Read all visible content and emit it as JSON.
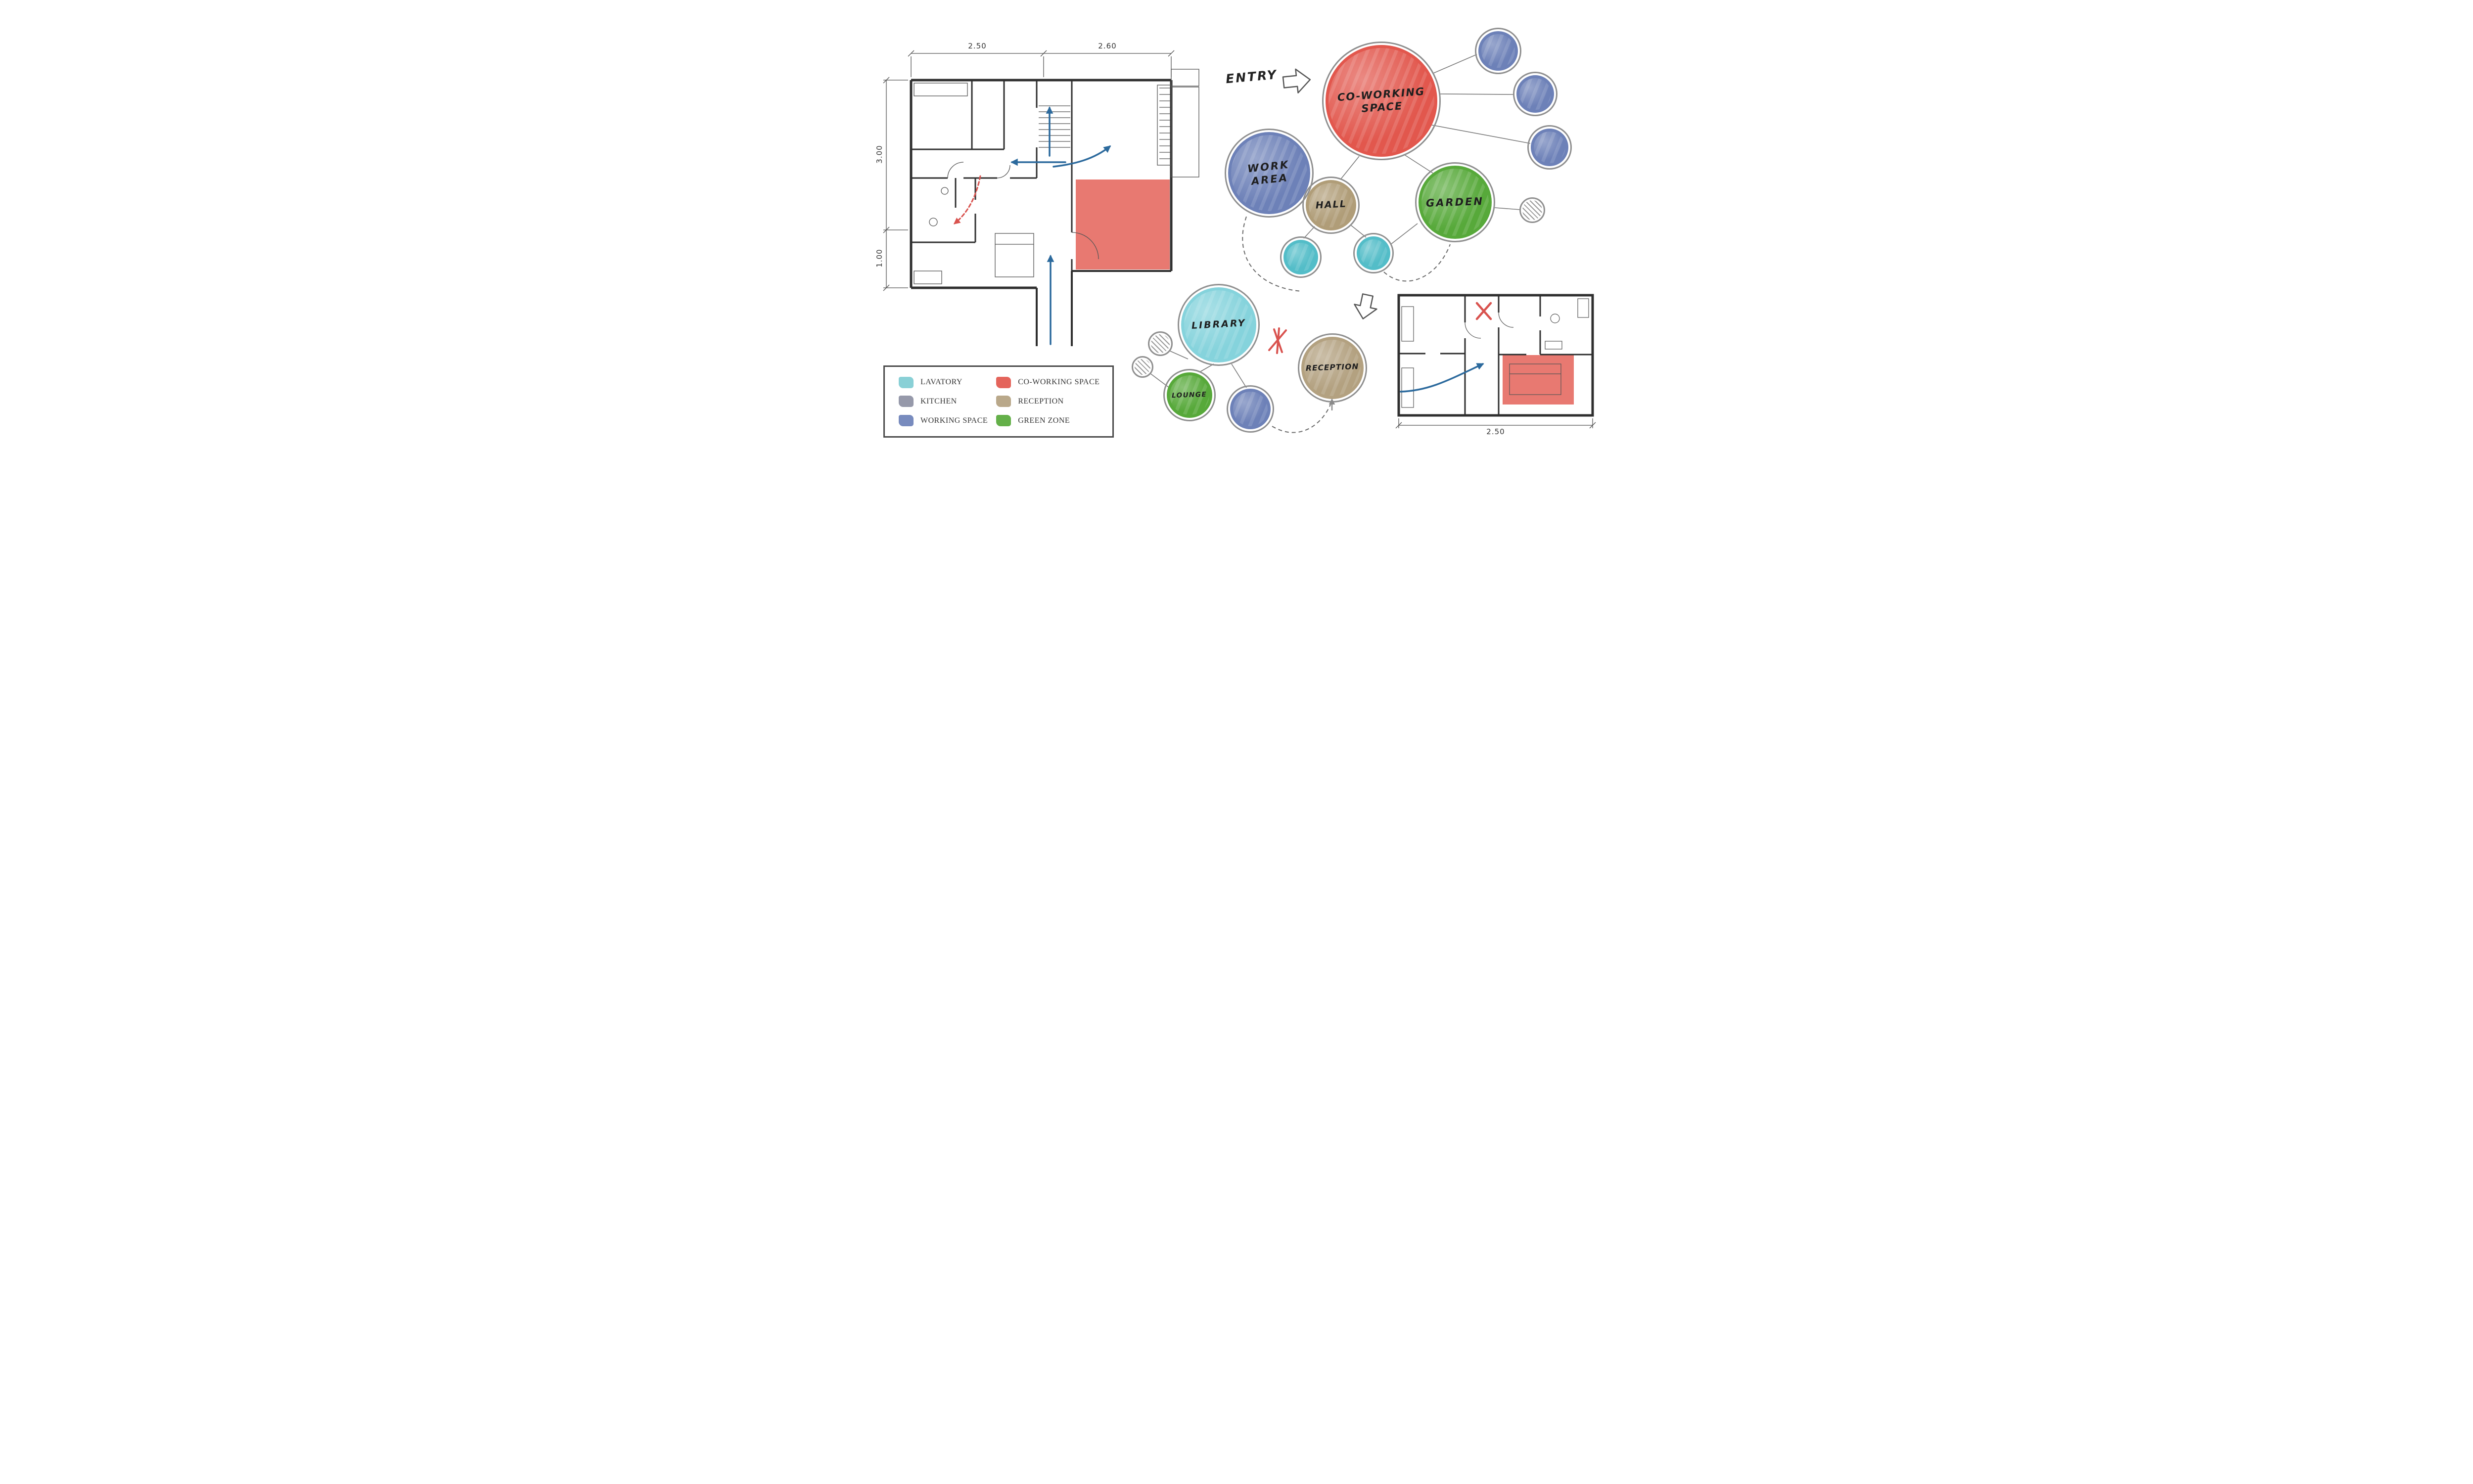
{
  "diagram": {
    "entry_label": "ENTRY",
    "bubbles": {
      "coworking": {
        "label": "CO-WORKING SPACE",
        "color": "#e2574d"
      },
      "work_area": {
        "label": "WORK AREA",
        "color": "#6d81b8"
      },
      "hall": {
        "label": "HALL",
        "color": "#b09d78"
      },
      "garden": {
        "label": "GARDEN",
        "color": "#57a93a"
      },
      "library": {
        "label": "LIBRARY",
        "color": "#85d3dc"
      },
      "lounge": {
        "label": "LOUNGE",
        "color": "#57a93a"
      },
      "reception": {
        "label": "RECEPTION",
        "color": "#b3a180"
      },
      "working_space_satellite": {
        "color": "#6d81b8"
      },
      "lavatory_satellite": {
        "color": "#53bdc8"
      }
    }
  },
  "dimensions": {
    "plan1_width_left": "2.50",
    "plan1_width_right": "2.60",
    "plan1_height_upper": "3.00",
    "plan1_height_lower": "1.00",
    "plan2_width": "2.50"
  },
  "legend": {
    "items": [
      {
        "label": "LAVATORY",
        "color": "#7fccd3"
      },
      {
        "label": "KITCHEN",
        "color": "#8d90a3"
      },
      {
        "label": "WORKING SPACE",
        "color": "#6d81b8"
      },
      {
        "label": "CO-WORKING SPACE",
        "color": "#e2574d"
      },
      {
        "label": "RECEPTION",
        "color": "#b3a180"
      },
      {
        "label": "GREEN ZONE",
        "color": "#57a93a"
      }
    ]
  },
  "colors": {
    "wall": "#2f2f2f",
    "flow_arrow": "#2c6a9d",
    "alert": "#d9534f",
    "sketch_outline": "#8f8f8f",
    "connector": "#7a7a7a"
  }
}
